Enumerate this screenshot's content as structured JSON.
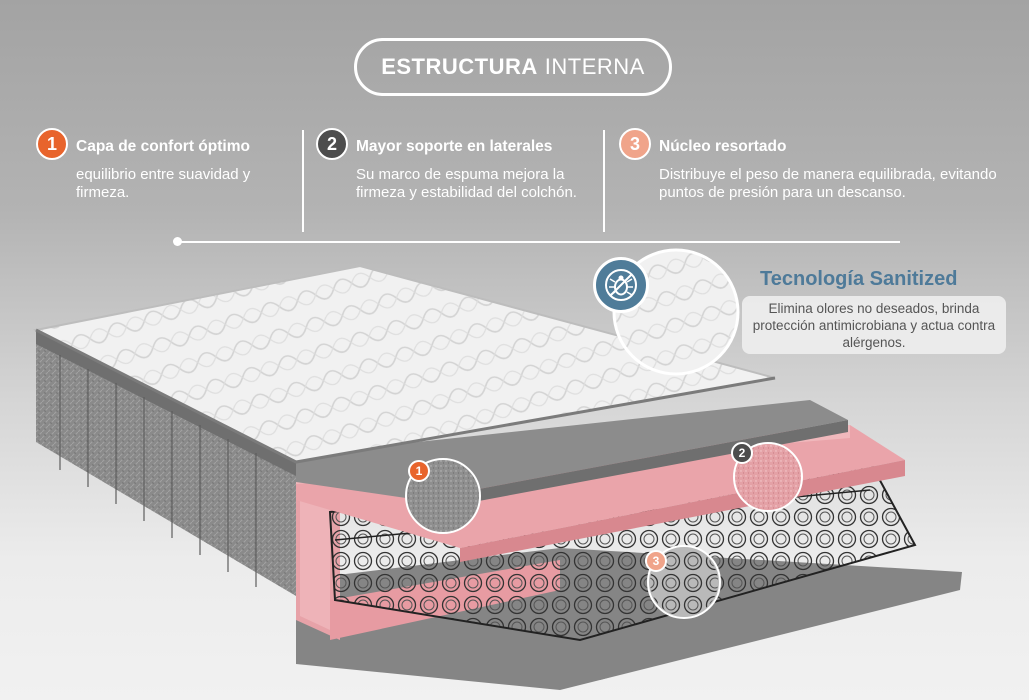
{
  "header": {
    "title_bold": "ESTRUCTURA",
    "title_rest": "INTERNA"
  },
  "features": [
    {
      "number": "1",
      "title": "Capa de confort óptimo",
      "description": "equilibrio entre suavidad y firmeza.",
      "color": "#e8642c"
    },
    {
      "number": "2",
      "title": "Mayor soporte en laterales",
      "description": "Su marco de espuma mejora la firmeza y estabilidad del colchón.",
      "color": "#4d4d4d"
    },
    {
      "number": "3",
      "title": "Núcleo resortado",
      "description": "Distribuye el peso de manera equilibrada, evitando puntos de presión para un descanso.",
      "color": "#f0a48a"
    }
  ],
  "sanitized": {
    "title": "Tecnología Sanitized",
    "description": "Elimina olores no deseados, brinda protección antimicrobiana y actua contra alérgenos.",
    "icon": "mite-icon",
    "color": "#4e7a99"
  },
  "callouts": [
    "1",
    "2",
    "3"
  ]
}
